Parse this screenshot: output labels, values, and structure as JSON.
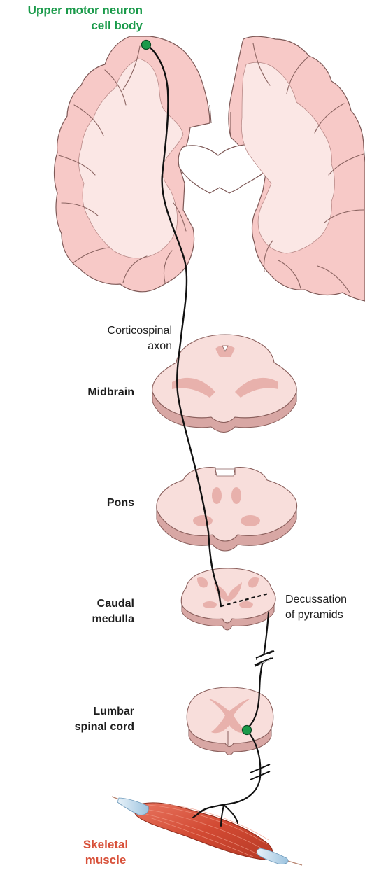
{
  "labels": {
    "upper_motor_neuron_line1": "Upper motor neuron",
    "upper_motor_neuron_line2": "cell body",
    "corticospinal_line1": "Corticospinal",
    "corticospinal_line2": "axon",
    "midbrain": "Midbrain",
    "pons": "Pons",
    "caudal_medulla_line1": "Caudal",
    "caudal_medulla_line2": "medulla",
    "decussation_line1": "Decussation",
    "decussation_line2": "of pyramids",
    "lumbar_line1": "Lumbar",
    "lumbar_line2": "spinal cord",
    "skeletal_line1": "Skeletal",
    "skeletal_line2": "muscle"
  },
  "colors": {
    "cell_body": "#1a9a4a",
    "brain_tissue": "#f7c9c7",
    "white_matter": "#fbe7e5",
    "section_top": "#f8dedb",
    "section_edge": "#c99593",
    "muscle": "#d8513a",
    "tendon": "#bcd8ea",
    "axon": "#111111"
  }
}
